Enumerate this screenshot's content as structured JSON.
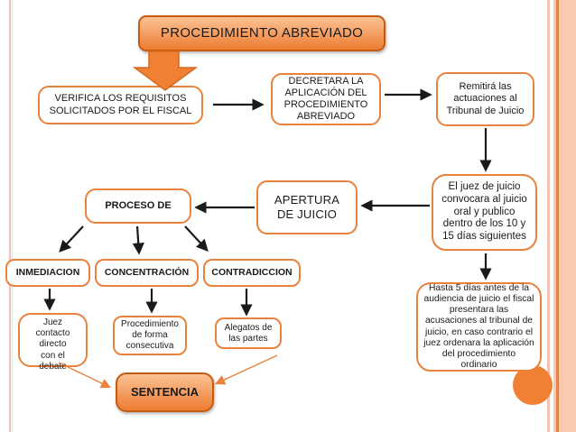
{
  "diagram": {
    "colors": {
      "box_border": "#E8823C",
      "gradient_top": "#FBC394",
      "gradient_bottom": "#ED7D31",
      "gradient_border": "#C55A11",
      "block_arrow_fill": "#F08134",
      "black_arrow": "#1A1A1A",
      "orange_arrow": "#E8823C",
      "stripe_pink": "#F2C2B4",
      "stripe_peach": "#FACAAE",
      "stripe_dark_line": "#E2834E",
      "circle": "#F08134",
      "text": "#1A1A1A"
    },
    "nodes": {
      "title": {
        "label": "PROCEDIMIENTO ABREVIADO"
      },
      "verifica": {
        "label": "VERIFICA  LOS REQUISITOS\nSOLICITADOS POR EL FISCAL"
      },
      "decretara": {
        "label": "DECRETARA  LA\nAPLICACIÓN DEL\nPROCEDIMIENTO\nABREVIADO"
      },
      "remitira": {
        "label": "Remitirá las\nactuaciones al\nTribunal de Juicio"
      },
      "juez_convocara": {
        "label": "El juez de juicio\nconvocara al juicio\noral y publico\ndentro de los 10 y\n15 días  siguientes"
      },
      "apertura": {
        "label": "APERTURA\nDE JUICIO"
      },
      "proceso": {
        "label": "PROCESO DE"
      },
      "inmediacion": {
        "label": "INMEDIACION"
      },
      "concentracion": {
        "label": "CONCENTRACIÓN"
      },
      "contradiccion": {
        "label": "CONTRADICCION"
      },
      "juez_contacto": {
        "label": "Juez\ncontacto\ndirecto\ncon el\ndebate"
      },
      "procedimiento_forma": {
        "label": "Procedimiento\nde forma\nconsecutiva"
      },
      "alegatos": {
        "label": "Alegatos de\nlas partes"
      },
      "sentencia": {
        "label": "SENTENCIA"
      },
      "hasta": {
        "label": "Hasta 5 días antes de la\naudiencia de juicio el fiscal\npresentara las\nacusaciones al tribunal de\njuicio, en caso contrario el\njuez ordenara la aplicación\ndel procedimiento\nordinario"
      }
    }
  }
}
